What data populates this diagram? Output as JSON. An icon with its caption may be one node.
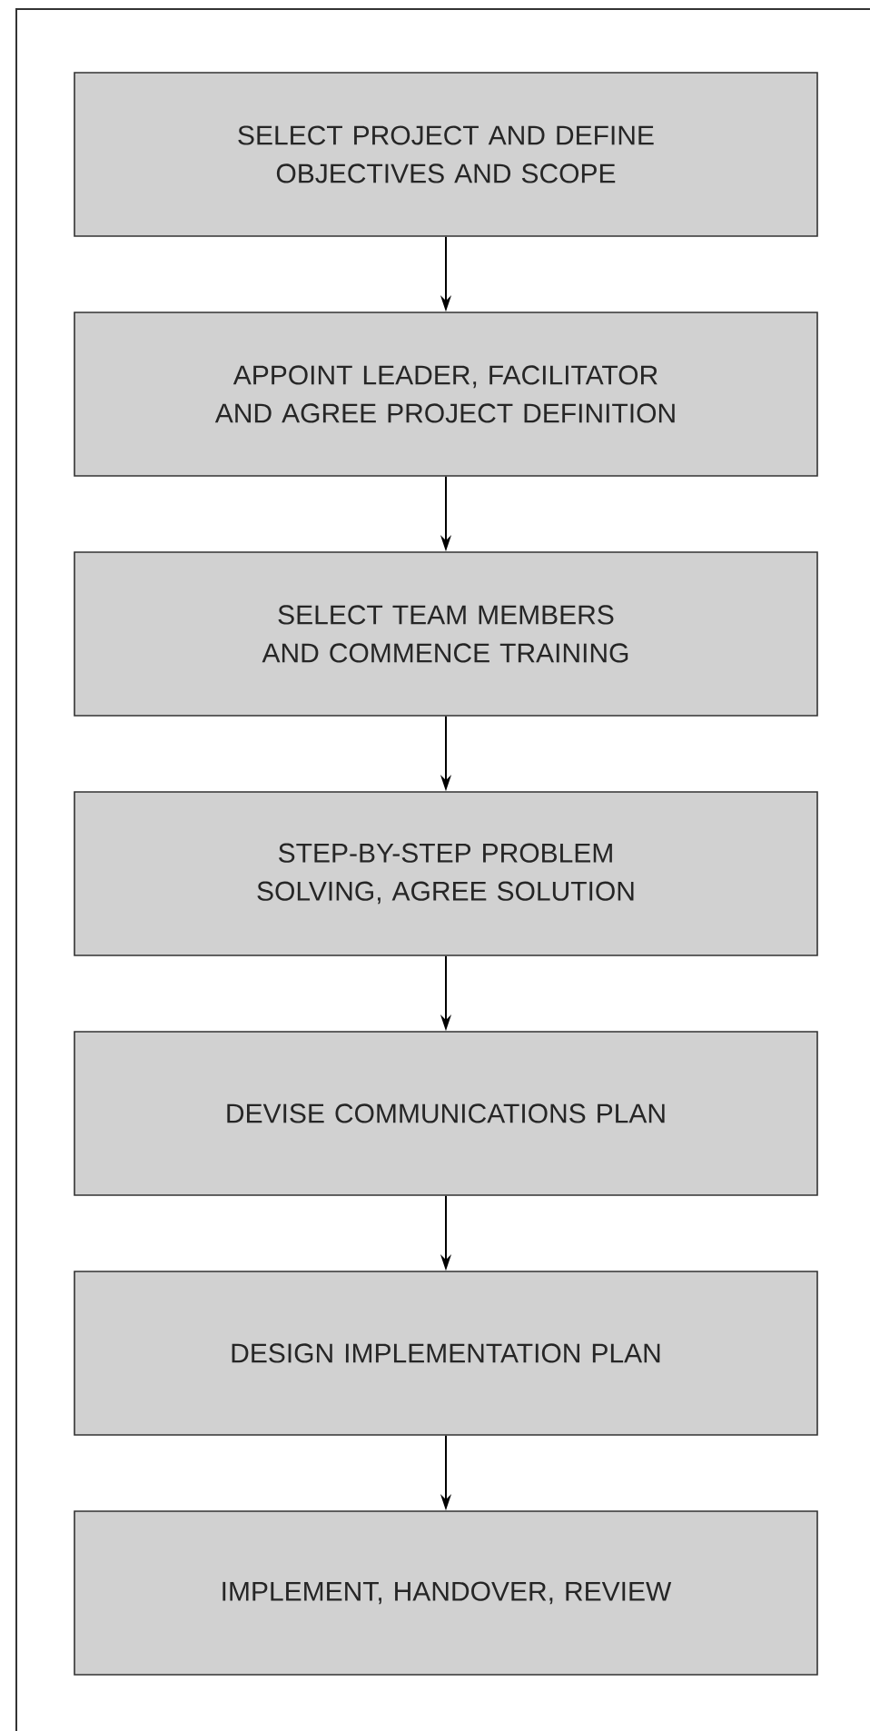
{
  "diagram": {
    "nodes": [
      {
        "text": [
          "SELECT PROJECT AND DEFINE OBJECTIVES AND SCOPE"
        ]
      },
      {
        "text": [
          "APPOINT LEADER, FACILITATOR AND AGREE PROJECT DEFINITION"
        ]
      },
      {
        "text": [
          "SELECT TEAM MEMBERS AND COMMENCE TRAINING"
        ]
      },
      {
        "text": [
          "STEP-BY-STEP PROBLEM SOLVING, AGREE SOLUTION"
        ]
      },
      {
        "text": [
          "DEVISE COMMUNICATIONS PLAN"
        ]
      },
      {
        "text": [
          "DESIGN IMPLEMENTATION PLAN"
        ]
      },
      {
        "text": [
          "IMPLEMENT, HANDOVER, REVIEW"
        ]
      }
    ],
    "edges": [
      {
        "from": 0,
        "to": 1,
        "arrow": "to"
      },
      {
        "from": 1,
        "to": 2,
        "arrow": "to"
      },
      {
        "from": 2,
        "to": 3,
        "arrow": "to"
      },
      {
        "from": 3,
        "to": 4,
        "arrow": "to"
      },
      {
        "from": 4,
        "to": 5,
        "arrow": "to"
      },
      {
        "from": 5,
        "to": 6,
        "arrow": "to"
      }
    ]
  }
}
